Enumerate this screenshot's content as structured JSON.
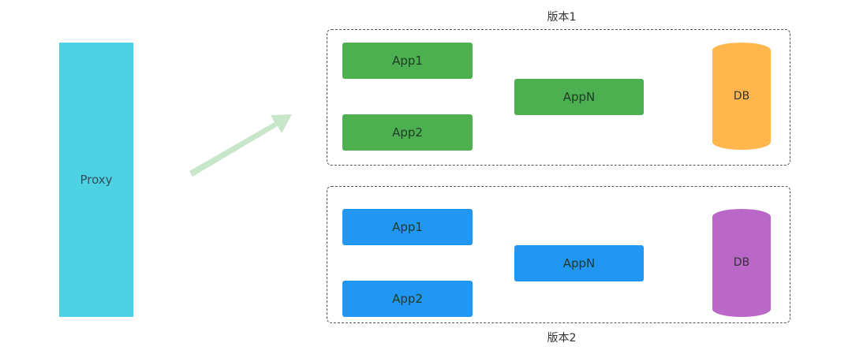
{
  "proxy": {
    "label": "Proxy"
  },
  "versions": [
    {
      "caption": "版本1",
      "apps": {
        "app1": "App1",
        "app2": "App2",
        "appn": "AppN"
      },
      "db": "DB"
    },
    {
      "caption": "版本2",
      "apps": {
        "app1": "App1",
        "app2": "App2",
        "appn": "AppN"
      },
      "db": "DB"
    }
  ],
  "colors": {
    "proxy": "#4dd2e3",
    "version1_app": "#4caf50",
    "version1_db": "#ffb74d",
    "version2_app": "#2196f3",
    "version2_db": "#ba68c8",
    "arrow": "#c8e6c9",
    "border": "#555555"
  }
}
